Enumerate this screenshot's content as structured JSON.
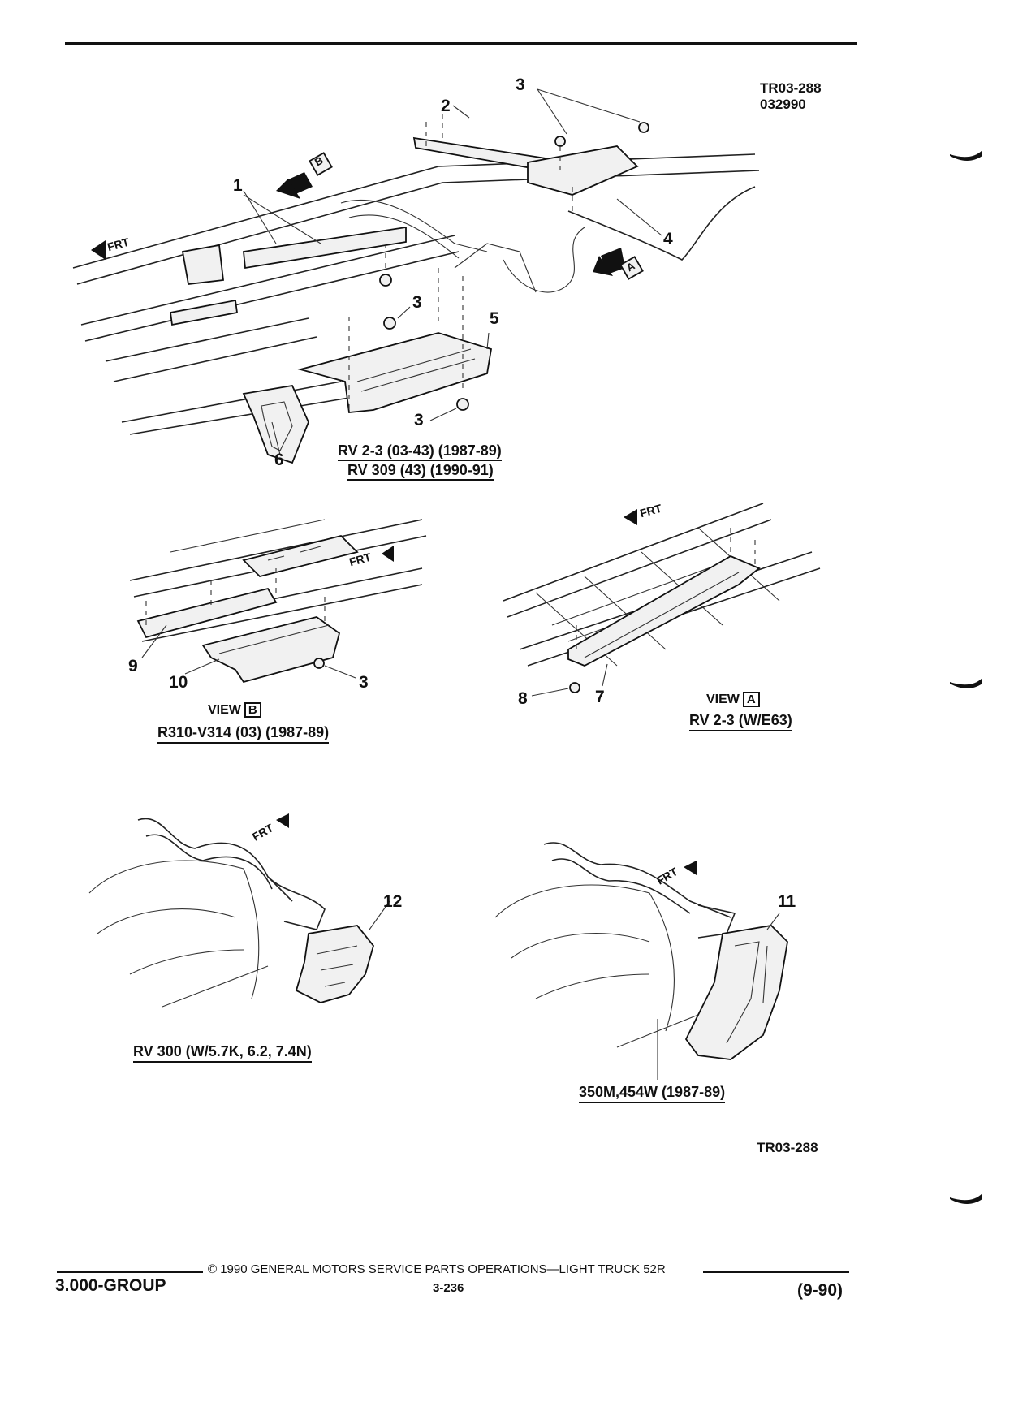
{
  "header": {
    "ref_code": "TR03-288",
    "date_code": "032990"
  },
  "diagrams": {
    "main": {
      "frt_label": "FRT",
      "view_marker_b": "B",
      "view_marker_a": "A",
      "caption_line1": "RV 2-3 (03-43) (1987-89)",
      "caption_line2": "RV 309 (43) (1990-91)",
      "callouts": [
        "1",
        "2",
        "3",
        "3",
        "3",
        "4",
        "5",
        "6"
      ]
    },
    "view_b": {
      "frt_label": "FRT",
      "view_word": "VIEW",
      "view_letter": "B",
      "caption": "R310-V314 (03) (1987-89)",
      "callouts": [
        "9",
        "10",
        "3"
      ]
    },
    "view_a": {
      "frt_label": "FRT",
      "view_word": "VIEW",
      "view_letter": "A",
      "caption": "RV 2-3 (W/E63)",
      "callouts": [
        "8",
        "7"
      ]
    },
    "lower_left": {
      "frt_label": "FRT",
      "caption": "RV 300 (W/5.7K, 6.2, 7.4N)",
      "callouts": [
        "12"
      ]
    },
    "lower_right": {
      "frt_label": "FRT",
      "caption": "350M,454W (1987-89)",
      "callouts": [
        "11"
      ]
    }
  },
  "footer": {
    "ref_code": "TR03-288",
    "copyright": "© 1990 GENERAL MOTORS SERVICE PARTS OPERATIONS—LIGHT TRUCK 52R",
    "group": "3.000-GROUP",
    "page_number": "3-236",
    "revision": "(9-90)"
  }
}
